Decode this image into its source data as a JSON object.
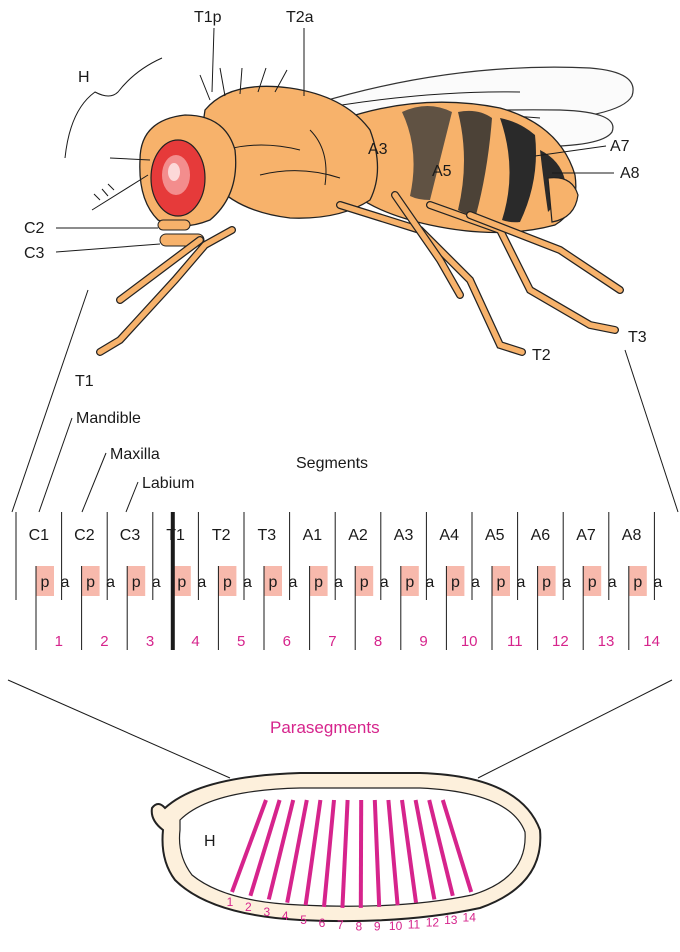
{
  "fly_labels": {
    "h": "H",
    "t1p": "T1p",
    "t2a": "T2a",
    "a7": "A7",
    "a8": "A8",
    "a3": "A3",
    "a5": "A5",
    "c2": "C2",
    "c3": "C3",
    "t1": "T1",
    "t2": "T2",
    "t3": "T3"
  },
  "mouthparts": {
    "mandible": "Mandible",
    "maxilla": "Maxilla",
    "labium": "Labium"
  },
  "segments_title": "Segments",
  "segments": [
    "C1",
    "C2",
    "C3",
    "T1",
    "T2",
    "T3",
    "A1",
    "A2",
    "A3",
    "A4",
    "A5",
    "A6",
    "A7",
    "A8"
  ],
  "compartment_labels": {
    "p": "p",
    "a": "a"
  },
  "parasegment_numbers": [
    "1",
    "2",
    "3",
    "4",
    "5",
    "6",
    "7",
    "8",
    "9",
    "10",
    "11",
    "12",
    "13",
    "14"
  ],
  "parasegments_title": "Parasegments",
  "embryo": {
    "head_label": "H",
    "stripe_numbers": [
      "1",
      "2",
      "3",
      "4",
      "5",
      "6",
      "7",
      "8",
      "9",
      "10",
      "11",
      "12",
      "13",
      "14"
    ]
  },
  "colors": {
    "p_fill": "#f7b9ac",
    "magenta": "#d6248c",
    "body": "#f7b26b",
    "embryo": "#fdf0dc",
    "eye": "#e63a3a"
  }
}
